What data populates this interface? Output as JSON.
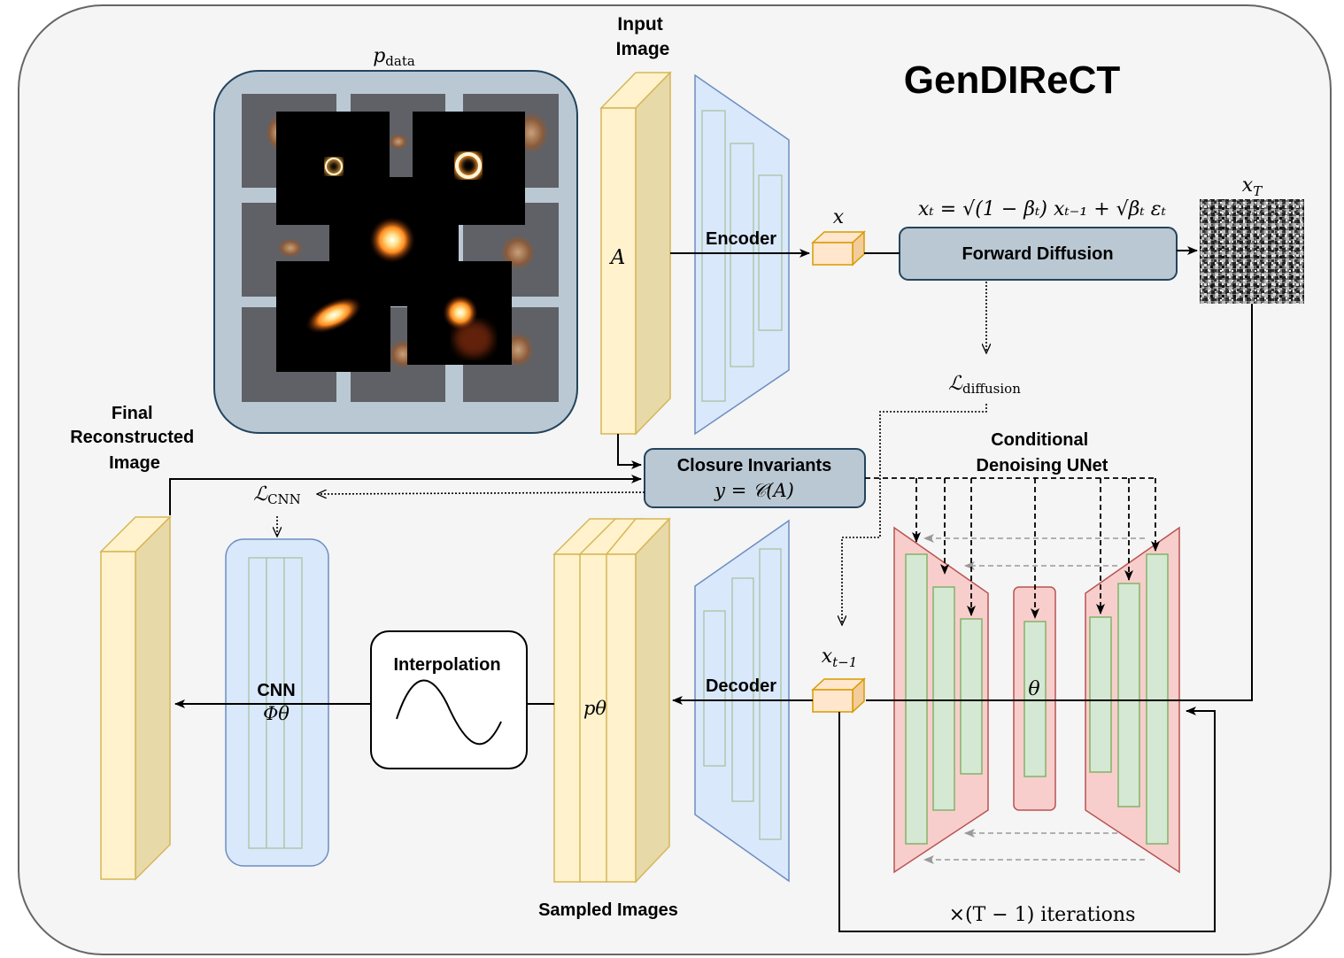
{
  "title": "GenDIReCT",
  "input_image": {
    "label": "Input Image",
    "symbol": "A"
  },
  "p_data": {
    "symbol": "p",
    "subscript": "data"
  },
  "encoder": {
    "label": "Encoder"
  },
  "decoder": {
    "label": "Decoder"
  },
  "x_latent": {
    "symbol": "x"
  },
  "x_t_minus_1": {
    "symbol": "x",
    "subscript": "t−1"
  },
  "x_T": {
    "symbol": "x",
    "subscript": "T"
  },
  "forward_diffusion": {
    "label": "Forward Diffusion",
    "equation": "xₜ = √(1 − βₜ) xₜ₋₁ + √βₜ εₜ"
  },
  "loss_diffusion": {
    "symbol": "ℒ",
    "subscript": "diffusion"
  },
  "loss_cnn": {
    "symbol": "ℒ",
    "subscript": "CNN"
  },
  "closure_invariants": {
    "label": "Closure Invariants",
    "equation": "y = 𝒞(A)"
  },
  "unet": {
    "label": "Conditional Denoising UNet",
    "theta": "θ"
  },
  "iterations": {
    "label": "×(T − 1) iterations"
  },
  "sampled_images": {
    "label": "Sampled Images",
    "symbol": "pθ"
  },
  "interpolation": {
    "label": "Interpolation"
  },
  "cnn": {
    "label": "CNN",
    "symbol": "Φθ"
  },
  "final_image": {
    "label": "Final Reconstructed Image"
  },
  "colors": {
    "outer_bg": "#f5f5f5",
    "yellow_front": "#fff2cc",
    "yellow_side": "#e8d9a8",
    "yellow_stroke": "#d6b656",
    "blue_fill": "#dae8fc",
    "blue_stroke": "#6c8ebf",
    "green_fill": "#d5e8d4",
    "green_stroke": "#82b366",
    "red_fill": "#f8cecc",
    "red_stroke": "#b85450",
    "grey_box": "#bac8d3",
    "grey_box_stroke": "#23445d",
    "orange_cube": "#ffe6cc",
    "orange_cube_stroke": "#d79b00"
  }
}
